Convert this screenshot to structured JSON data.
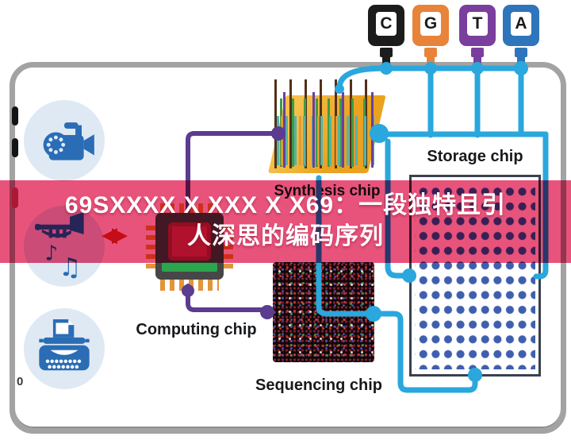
{
  "banner": {
    "line1": "69SXXXX X XXX X X69：一段独特且引",
    "line2": "人深思的编码序列",
    "bg": "#e8537b"
  },
  "bottles": [
    {
      "letter": "C",
      "color": "#1c1c1c"
    },
    {
      "letter": "G",
      "color": "#e8833a"
    },
    {
      "letter": "T",
      "color": "#7a3f9d"
    },
    {
      "letter": "A",
      "color": "#2e75bb"
    }
  ],
  "chips": {
    "synthesis": {
      "label": "Synthesis chip"
    },
    "computing": {
      "label": "Computing chip"
    },
    "sequencing": {
      "label": "Sequencing chip"
    },
    "storage": {
      "label": "Storage chip"
    }
  },
  "icons": {
    "video_camera": "video-camera-icon",
    "music": "trumpet-music-icon",
    "typewriter": "typewriter-icon",
    "transfer_arrows": "◀▶"
  },
  "bezel_mark": "0",
  "colors": {
    "wire_cyan": "#2aa7dd",
    "wire_purple": "#5b3c8f",
    "icon_blue": "#2a6db5",
    "icon_circle_bg": "#dfe9f4",
    "storage_dot": "#3f5fae",
    "synthesis_plate": "#eda426",
    "cpu_pin": "#e2953a",
    "cpu_die": "#c2335a",
    "cpu_green": "#2da44e",
    "banner_text": "#ffffff",
    "arrow_red": "#d8262c"
  }
}
